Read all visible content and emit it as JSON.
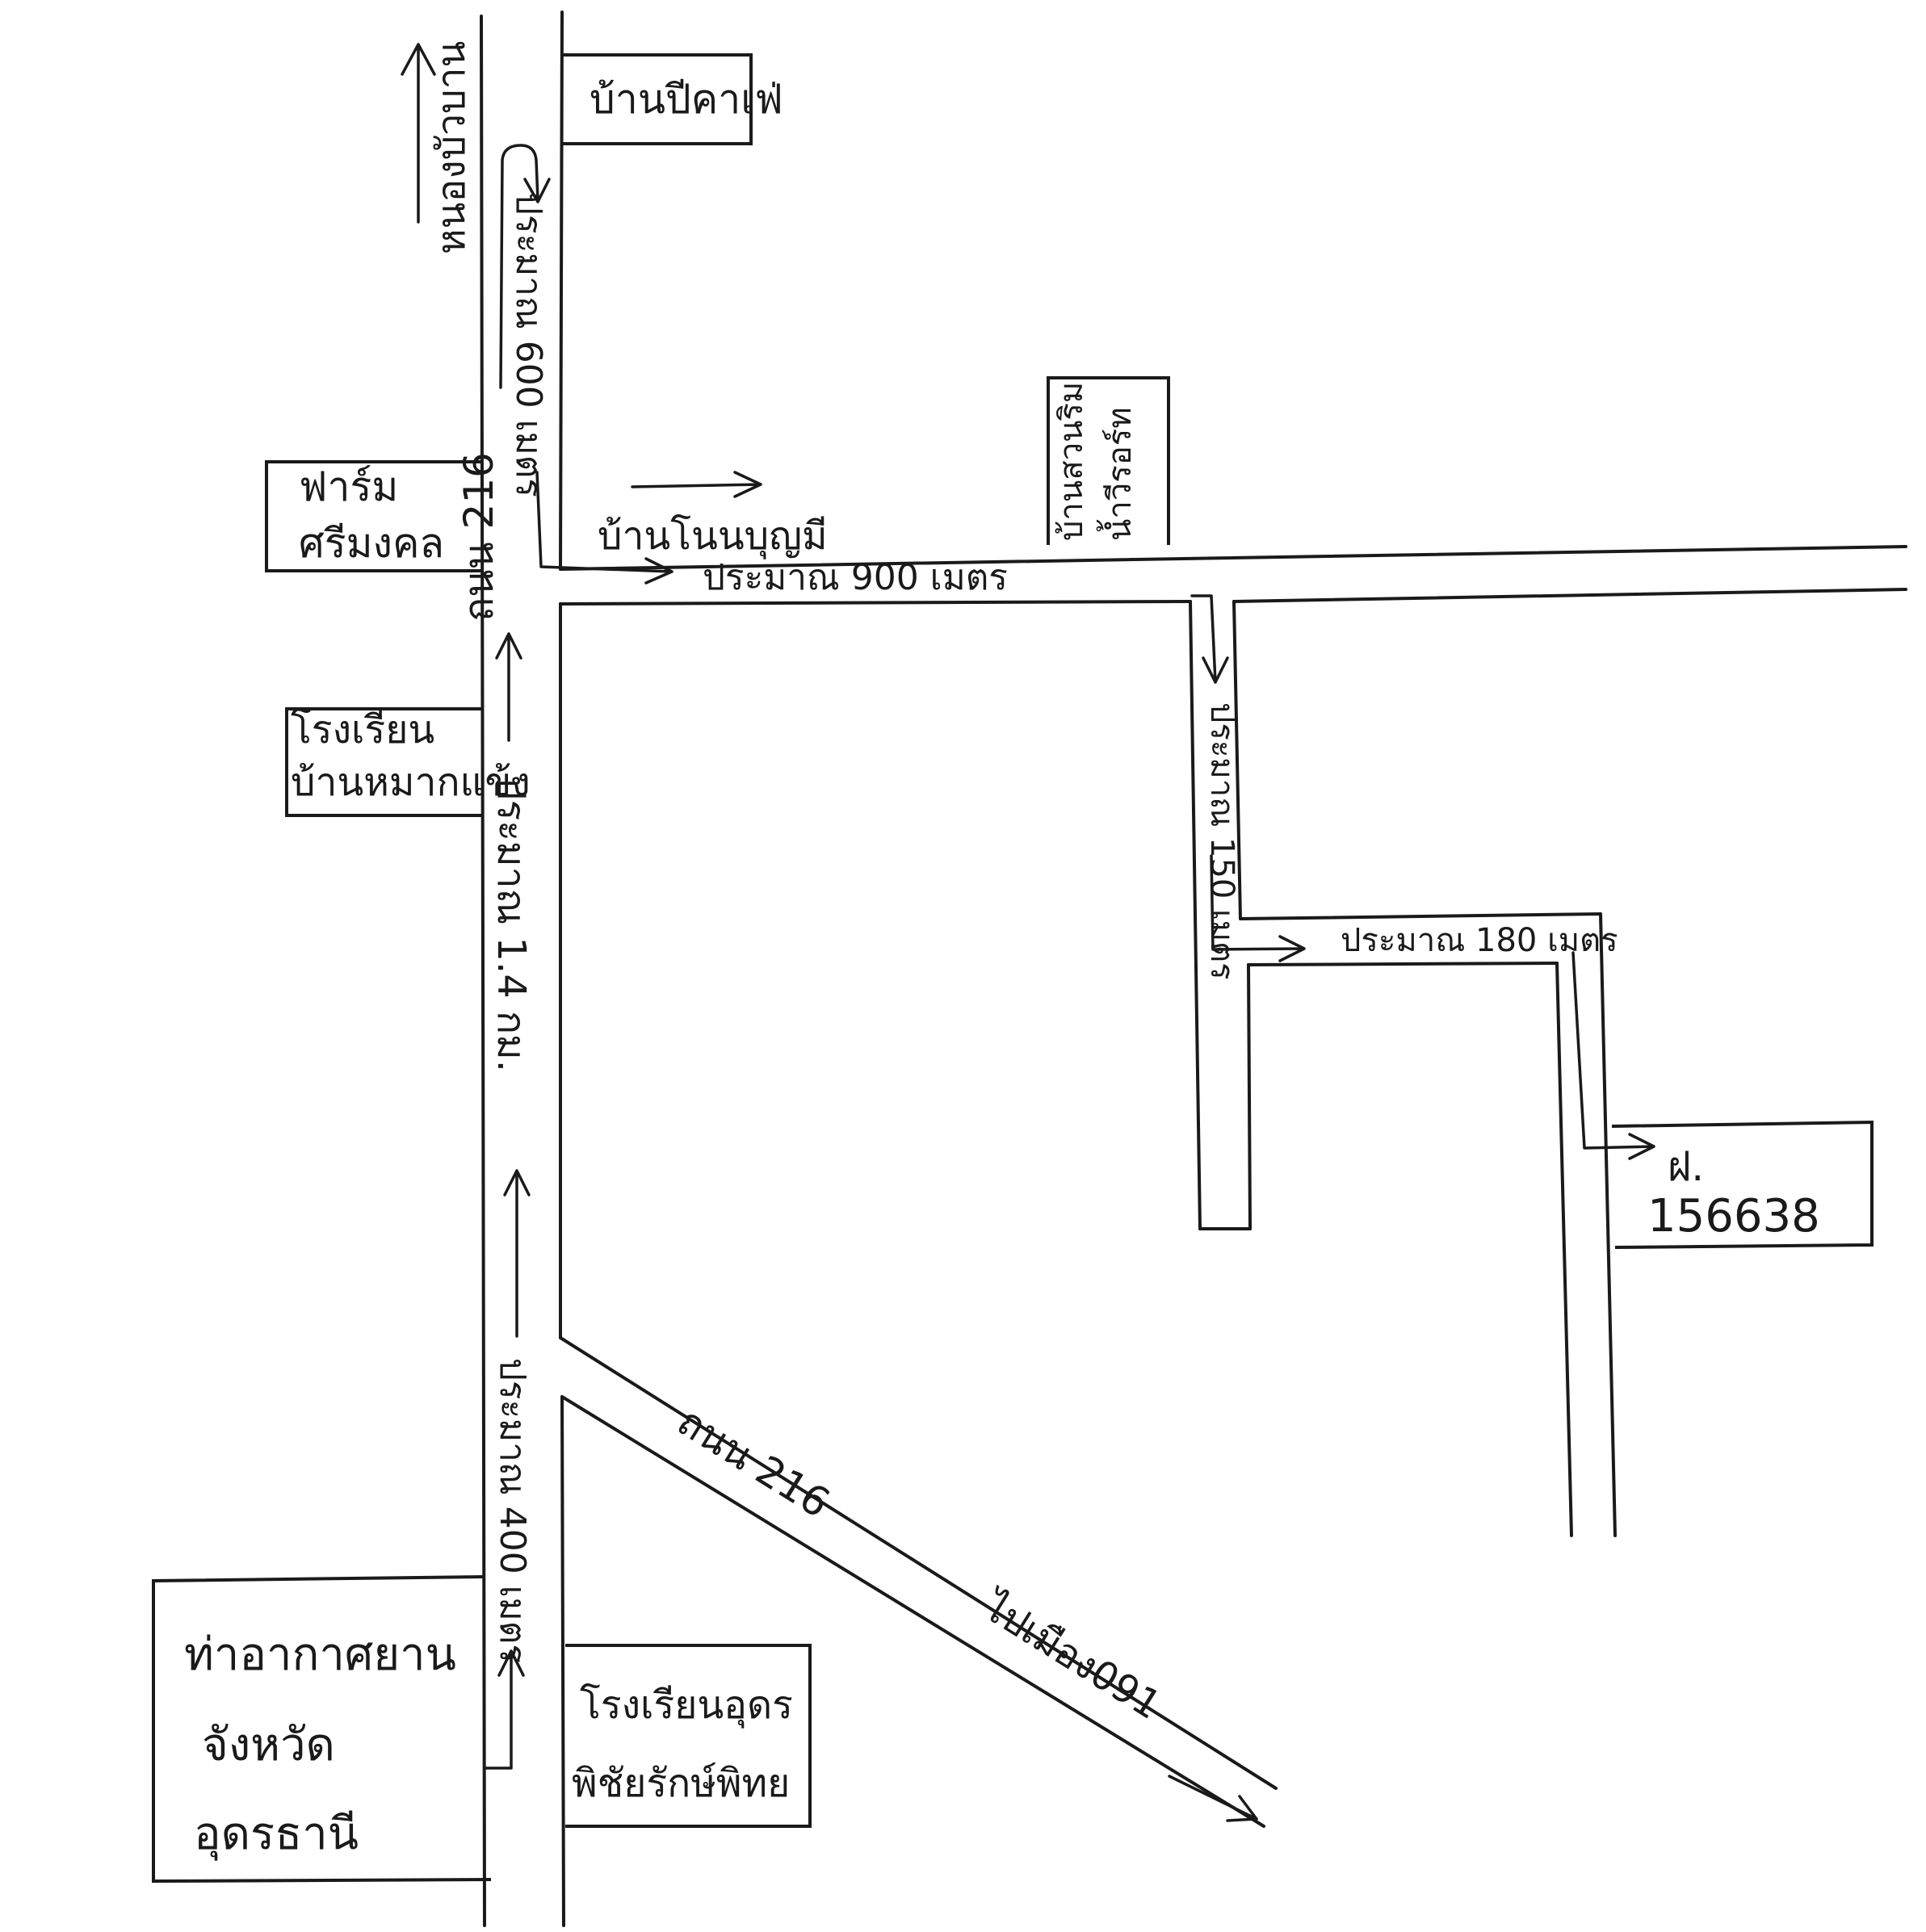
{
  "landmarks": {
    "nong_bua_ban": "หนองบัวบาน",
    "banpi_cafe": "บ้านปีคาเฟ่",
    "farm": [
      "ฟาร์ม",
      "ศรีมงคล"
    ],
    "school_ban_ma_kaeng": [
      "โรงเรียน",
      "บ้านหมากแข้ง"
    ],
    "airport": [
      "ท่าอากาศยาน",
      "จังหวัด",
      "อุดรธานี"
    ],
    "school_udon": [
      "โรงเรียนอุดร",
      "พิชัยรักษ์พิทย"
    ],
    "ban_non_bun_mee": "บ้านโนนบุญมี",
    "garden": [
      "บ้านสวนริม",
      "น้ำวีรอร์ท"
    ],
    "destination": [
      "ฝ.",
      "156638"
    ],
    "to_wai_bun_91": "ไปเมือง091"
  },
  "roads": {
    "road_216_north": "ถนน 216",
    "road_216_diagonal": "ถนน 216"
  },
  "distances": {
    "d600": "ประมาณ 600 เมตร",
    "d900": "ประมาณ 900 เมตร",
    "d150": "ประมาณ 150 เมตร",
    "d180": "ประมาณ 180 เมตร",
    "d1_4km": "ประมาณ 1.4 กม.",
    "d400": "ประมาณ 400 เมตร"
  }
}
